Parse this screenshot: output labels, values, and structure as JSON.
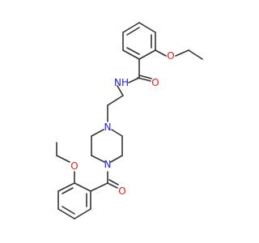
{
  "molecule": {
    "atom_labels": {
      "o_ethoxy_top": "O",
      "o_carbonyl_top": "O",
      "n_amide": "NH",
      "n_piperazine_1": "N",
      "n_piperazine_4": "N",
      "o_carbonyl_bottom": "O",
      "o_ethoxy_bottom": "O"
    }
  },
  "colors": {
    "bond": "#333333",
    "nitrogen": "#1f1fd2",
    "oxygen": "#e0201a",
    "background": "#ffffff"
  }
}
